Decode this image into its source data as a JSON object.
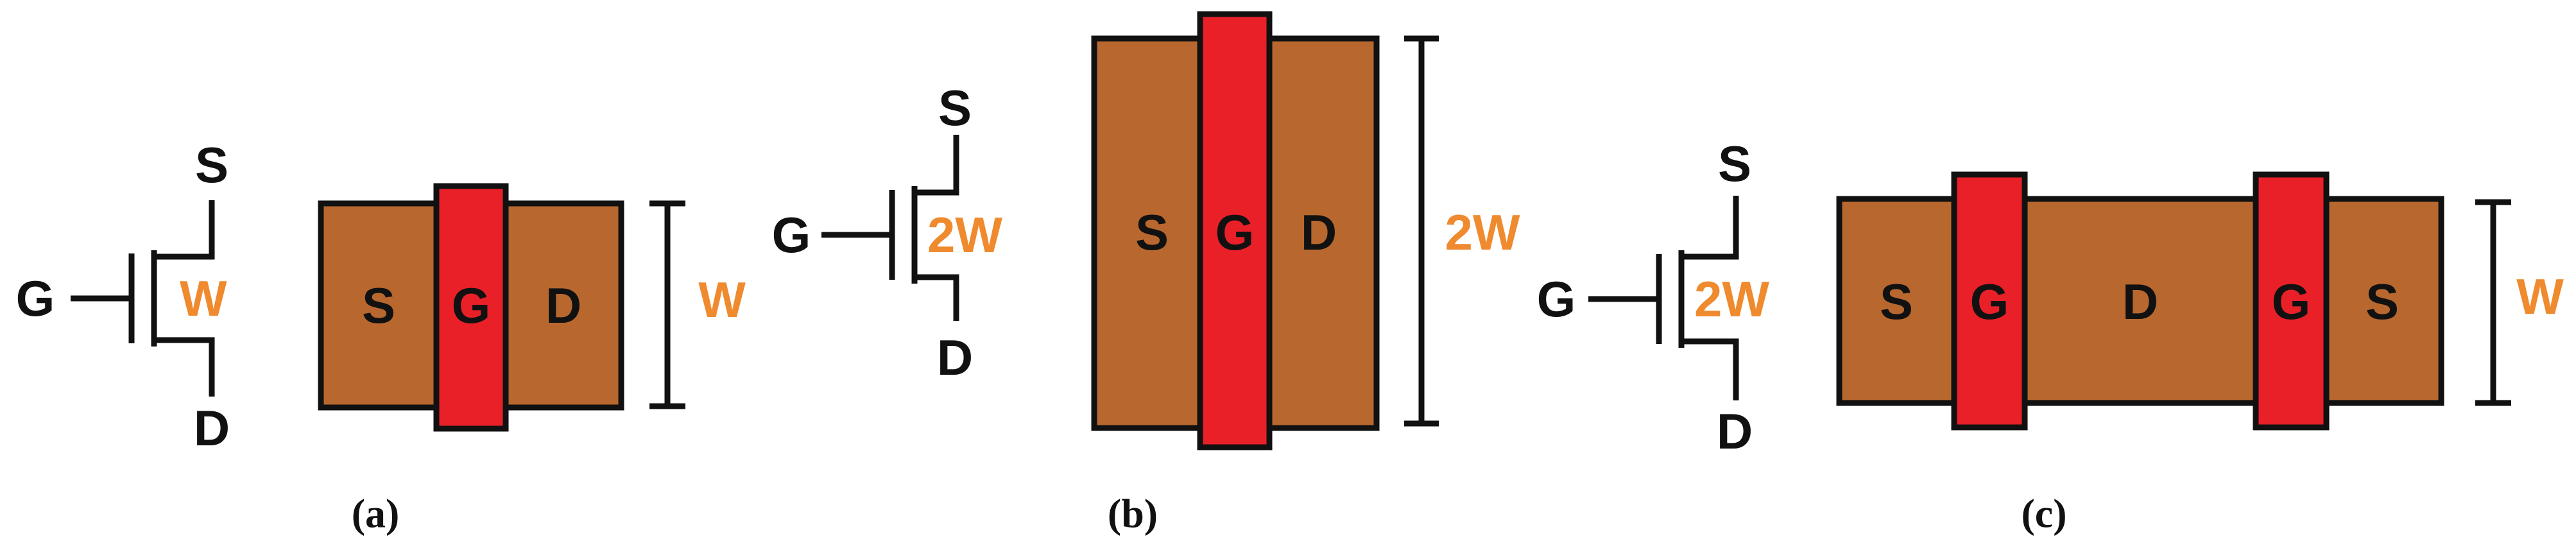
{
  "panels": [
    {
      "caption": "(a)",
      "symbol": {
        "gate": "G",
        "source": "S",
        "drain": "D",
        "width": "W"
      },
      "layout": {
        "regions": [
          "S",
          "G",
          "D"
        ],
        "width": "W"
      }
    },
    {
      "caption": "(b)",
      "symbol": {
        "gate": "G",
        "source": "S",
        "drain": "D",
        "width": "2W"
      },
      "layout": {
        "regions": [
          "S",
          "G",
          "D"
        ],
        "width": "2W"
      }
    },
    {
      "caption": "(c)",
      "symbol": {
        "gate": "G",
        "source": "S",
        "drain": "D",
        "width": "2W"
      },
      "layout": {
        "regions": [
          "S",
          "G",
          "D",
          "G",
          "S"
        ],
        "width": "W"
      }
    }
  ],
  "colors": {
    "diffusion": "#b8682e",
    "gate": "#ea2029",
    "width_label": "#ef8a2e",
    "outline": "#111111"
  }
}
